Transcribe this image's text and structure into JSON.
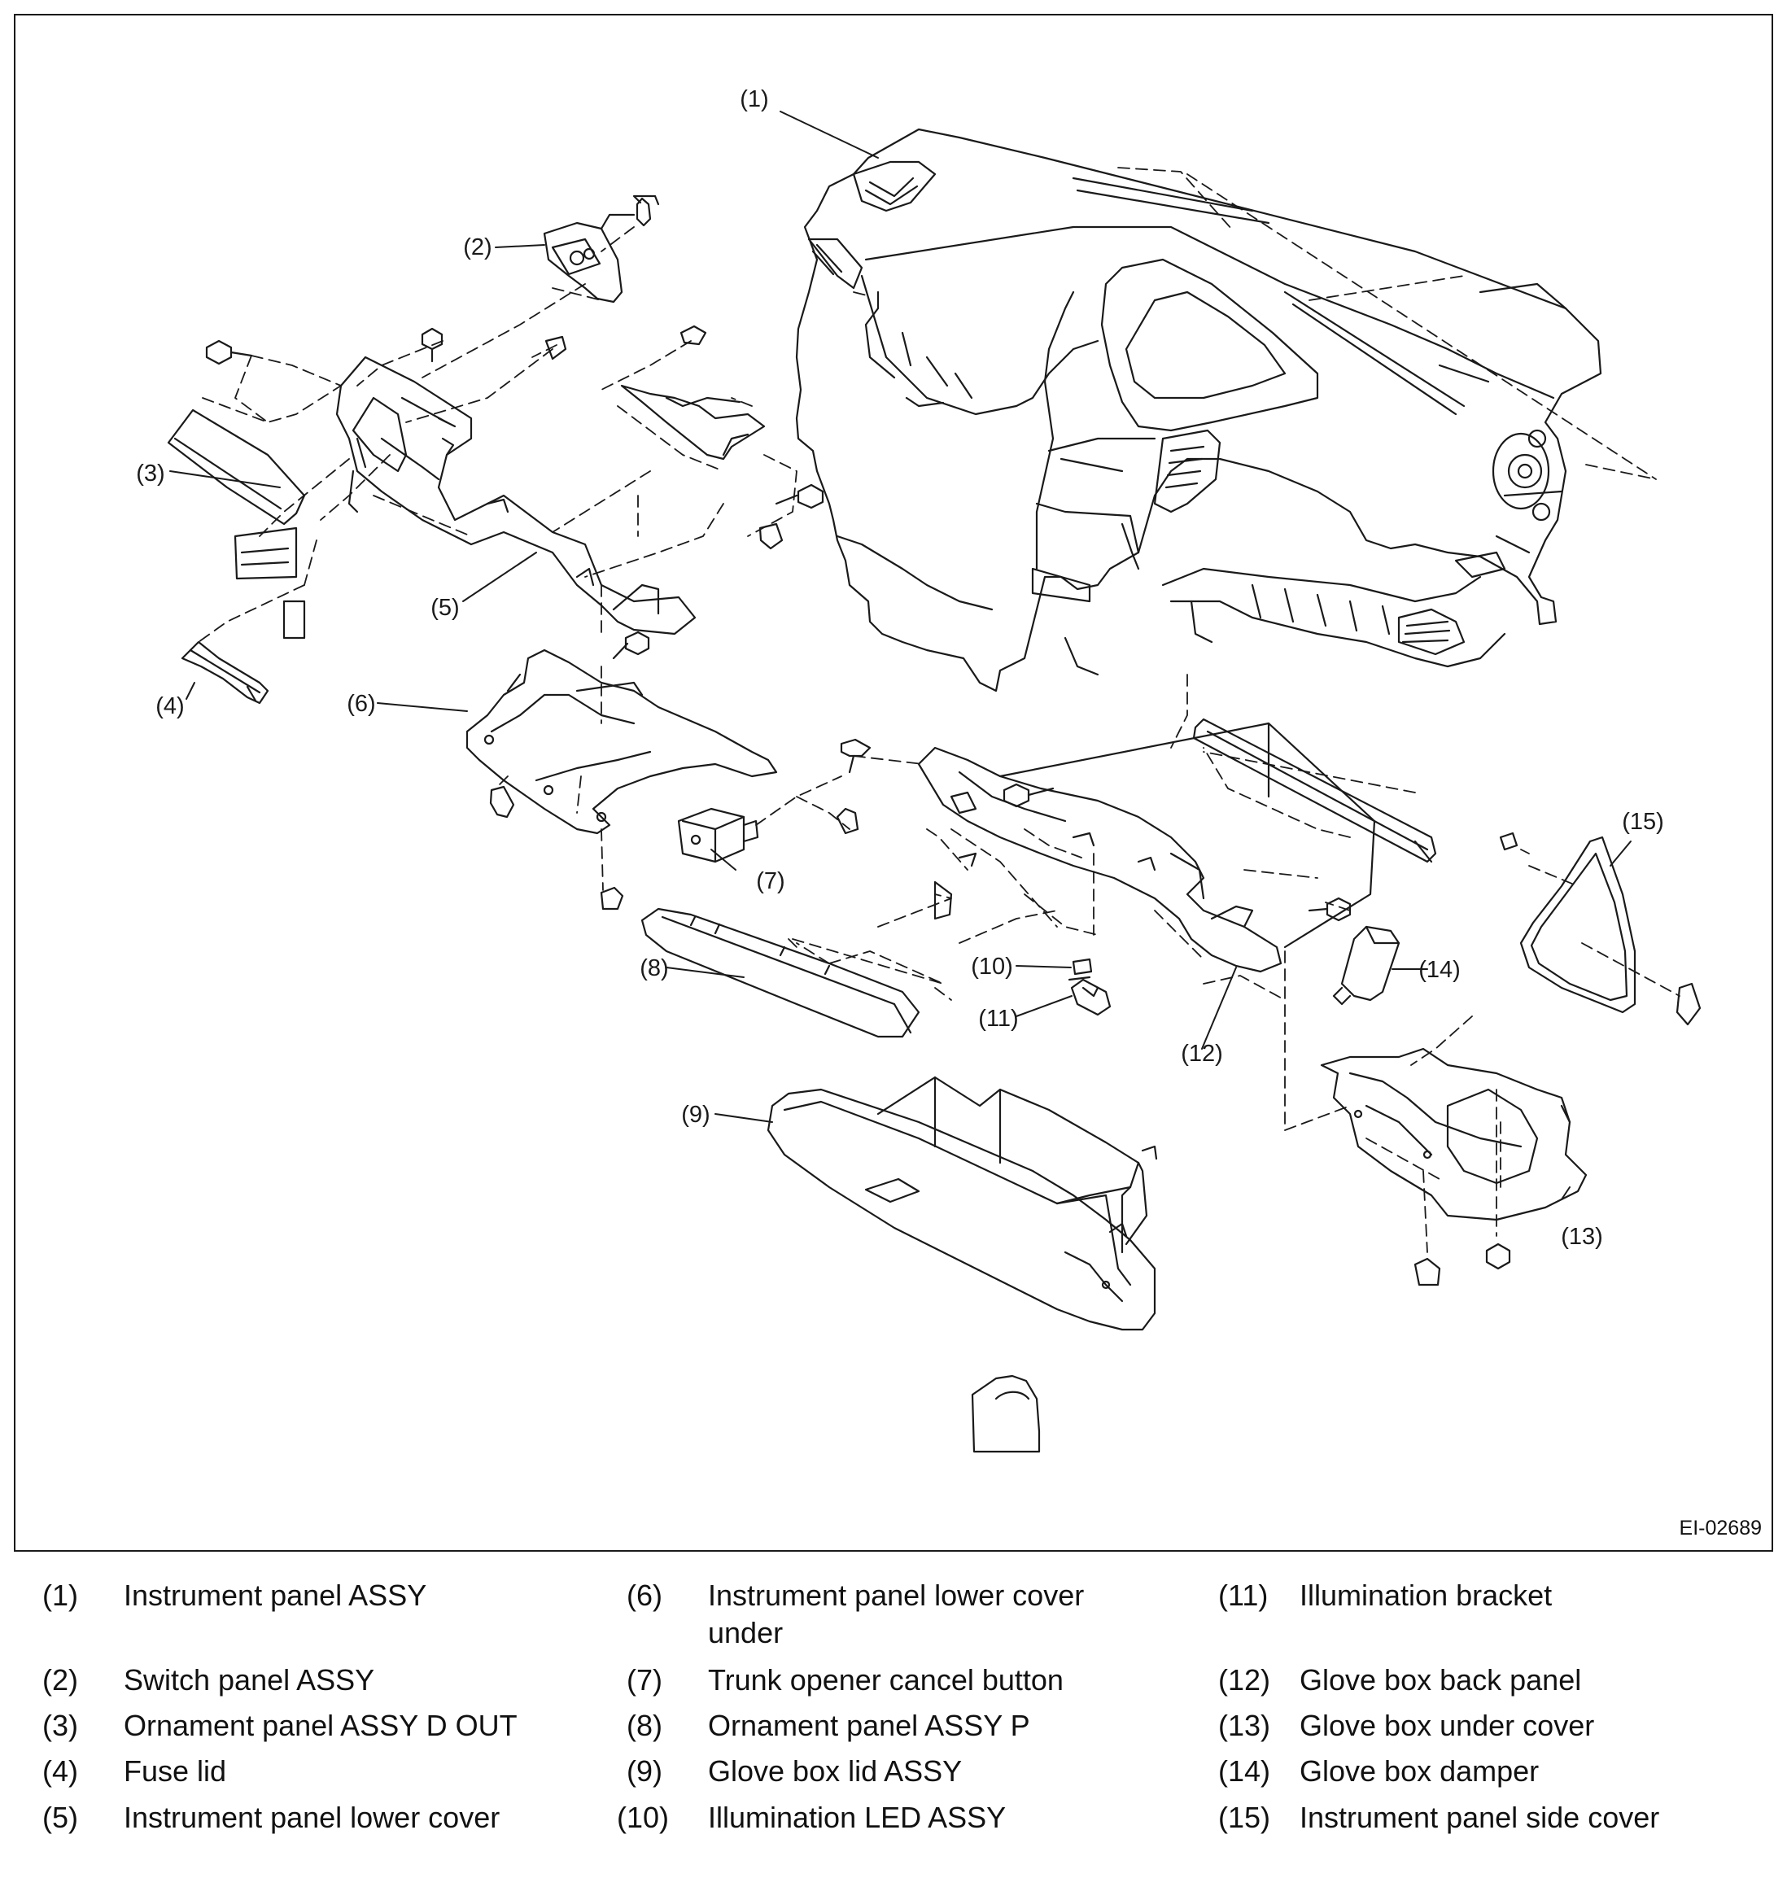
{
  "figure_code": "EI-02689",
  "callouts": [
    {
      "num": "(1)",
      "name": "Instrument panel ASSY"
    },
    {
      "num": "(2)",
      "name": "Switch panel ASSY"
    },
    {
      "num": "(3)",
      "name": "Ornament panel ASSY D OUT"
    },
    {
      "num": "(4)",
      "name": "Fuse lid"
    },
    {
      "num": "(5)",
      "name": "Instrument panel lower cover"
    },
    {
      "num": "(6)",
      "name": "Instrument panel lower cover under"
    },
    {
      "num": "(7)",
      "name": "Trunk opener cancel button"
    },
    {
      "num": "(8)",
      "name": "Ornament panel ASSY P"
    },
    {
      "num": "(9)",
      "name": "Glove box lid ASSY"
    },
    {
      "num": "(10)",
      "name": "Illumination LED ASSY"
    },
    {
      "num": "(11)",
      "name": "Illumination bracket"
    },
    {
      "num": "(12)",
      "name": "Glove box back panel"
    },
    {
      "num": "(13)",
      "name": "Glove box under cover"
    },
    {
      "num": "(14)",
      "name": "Glove box damper"
    },
    {
      "num": "(15)",
      "name": "Instrument panel side cover"
    }
  ]
}
